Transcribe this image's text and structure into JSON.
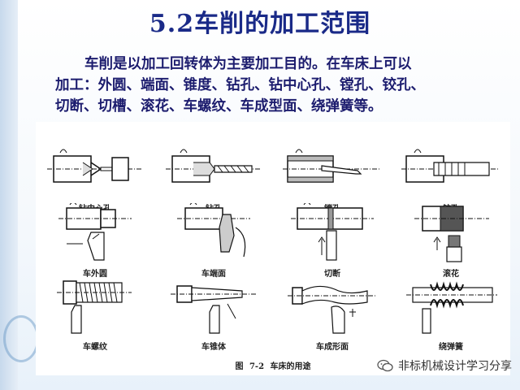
{
  "slide": {
    "title": "5.2车削的加工范围",
    "paragraph_lines": [
      "车削是以加工回转体为主要加工目的。在车床上可以",
      "加工：外圆、端面、锥度、钻孔、钻中心孔、镗孔、铰孔、",
      "切断、切槽、滚花、车螺纹、车成型面、绕弹簧等。"
    ]
  },
  "figure": {
    "labels": [
      "钻中心孔",
      "钻孔",
      "镗孔",
      "铰孔",
      "车外圆",
      "车端面",
      "切断",
      "滚花",
      "车螺纹",
      "车锥体",
      "车成形面",
      "绕弹簧"
    ],
    "caption": "图 7-2   车床的用途"
  },
  "watermark": {
    "text": "非标机械设计学习分享",
    "icon": "wechat-icon"
  },
  "colors": {
    "title": "#1a2a88",
    "body": "#1c1c6e",
    "band": "#c7d9ec"
  }
}
